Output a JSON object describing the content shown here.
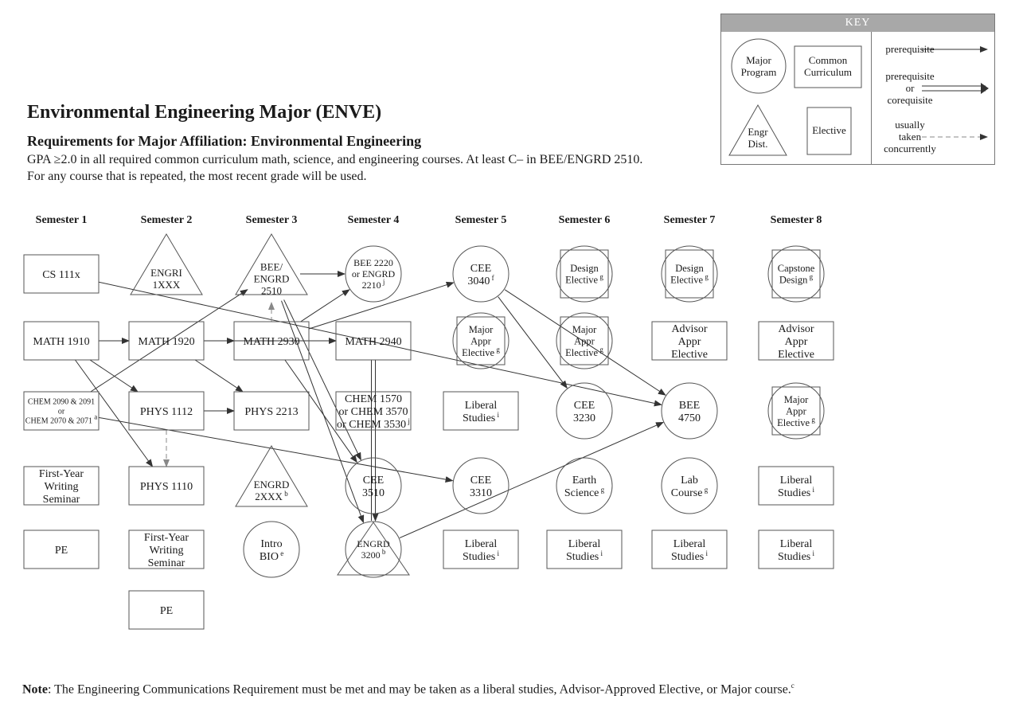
{
  "header": {
    "title": "Environmental Engineering Major (ENVE)",
    "subtitle": "Requirements for Major Affiliation:  Environmental Engineering",
    "line1": "GPA ≥2.0 in all required common curriculum math, science, and engineering courses. At least C– in BEE/ENGRD 2510.",
    "line2": "For any course that is repeated, the most recent grade will be used."
  },
  "key": {
    "title": "KEY",
    "major": "Major|Program",
    "common": "Common|Curriculum",
    "engr": "Engr|Dist.",
    "elective": "Elective",
    "prereq": "prerequisite",
    "prereq_coreq": "prerequisite|or|corequisite",
    "concurrent": "usually|taken|concurrently"
  },
  "semesters": [
    "Semester 1",
    "Semester 2",
    "Semester 3",
    "Semester 4",
    "Semester 5",
    "Semester 6",
    "Semester 7",
    "Semester 8"
  ],
  "courses": [
    {
      "id": "cs111x",
      "text": "CS 111x",
      "shape": "rect",
      "col": 0,
      "row": 0
    },
    {
      "id": "math1910",
      "text": "MATH 1910",
      "shape": "rect",
      "col": 0,
      "row": 1
    },
    {
      "id": "chem2090",
      "text": "CHEM 2090 & 2091|or|CHEM 2070 & 2071",
      "sup": "a",
      "shape": "rect",
      "col": 0,
      "row": 2
    },
    {
      "id": "fws1",
      "text": "First-Year|Writing|Seminar",
      "shape": "rect",
      "col": 0,
      "row": 3
    },
    {
      "id": "pe1",
      "text": "PE",
      "shape": "rect",
      "col": 0,
      "row": 4
    },
    {
      "id": "engri",
      "text": "ENGRI|1XXX",
      "shape": "triangle",
      "col": 1,
      "row": 0
    },
    {
      "id": "math1920",
      "text": "MATH 1920",
      "shape": "rect",
      "col": 1,
      "row": 1
    },
    {
      "id": "phys1112",
      "text": "PHYS 1112",
      "shape": "rect",
      "col": 1,
      "row": 2
    },
    {
      "id": "phys1110",
      "text": "PHYS 1110",
      "shape": "rect",
      "col": 1,
      "row": 3
    },
    {
      "id": "fws2",
      "text": "First-Year|Writing|Seminar",
      "shape": "rect",
      "col": 1,
      "row": 4
    },
    {
      "id": "pe2",
      "text": "PE",
      "shape": "rect",
      "col": 1,
      "row": 5
    },
    {
      "id": "bee2510",
      "text": "BEE/|ENGRD|2510",
      "shape": "triangle",
      "col": 2,
      "row": 0
    },
    {
      "id": "math2930",
      "text": "MATH 2930",
      "shape": "rect",
      "col": 2,
      "row": 1
    },
    {
      "id": "phys2213",
      "text": "PHYS 2213",
      "shape": "rect",
      "col": 2,
      "row": 2
    },
    {
      "id": "engrd2xxx",
      "text": "ENGRD|2XXX",
      "sup": "b",
      "shape": "triangle",
      "col": 2,
      "row": 3
    },
    {
      "id": "introbio",
      "text": "Intro|BIO",
      "sup": "e",
      "shape": "circle",
      "col": 2,
      "row": 4
    },
    {
      "id": "bee2220",
      "text": "BEE 2220|or ENGRD|2210",
      "sup": "j",
      "shape": "circle",
      "col": 3,
      "row": 0
    },
    {
      "id": "math2940",
      "text": "MATH 2940",
      "shape": "rect",
      "col": 3,
      "row": 1
    },
    {
      "id": "chem1570",
      "text": "CHEM 1570|or CHEM 3570|or CHEM 3530",
      "sup": "j",
      "shape": "rect",
      "col": 3,
      "row": 2
    },
    {
      "id": "cee3510",
      "text": "CEE|3510",
      "shape": "circle",
      "col": 3,
      "row": 3
    },
    {
      "id": "engrd3200",
      "text": "ENGRD|3200",
      "sup": "b",
      "shape": "circletri",
      "col": 3,
      "row": 4
    },
    {
      "id": "cee3040",
      "text": "CEE|3040",
      "sup": "f",
      "shape": "circle",
      "col": 4,
      "row": 0
    },
    {
      "id": "majappr5",
      "text": "Major|Appr|Elective",
      "sup": "g",
      "shape": "circlesq",
      "col": 4,
      "row": 1
    },
    {
      "id": "libstud5a",
      "text": "Liberal|Studies",
      "sup": "i",
      "shape": "rect",
      "col": 4,
      "row": 2
    },
    {
      "id": "cee3310",
      "text": "CEE|3310",
      "shape": "circle",
      "col": 4,
      "row": 3
    },
    {
      "id": "libstud5b",
      "text": "Liberal|Studies",
      "sup": "i",
      "shape": "rect",
      "col": 4,
      "row": 4
    },
    {
      "id": "design6",
      "text": "Design|Elective",
      "sup": "g",
      "shape": "circlesq",
      "col": 5,
      "row": 0
    },
    {
      "id": "majappr6",
      "text": "Major|Appr|Elective",
      "sup": "g",
      "shape": "circlesq",
      "col": 5,
      "row": 1
    },
    {
      "id": "cee3230",
      "text": "CEE|3230",
      "shape": "circle",
      "col": 5,
      "row": 2
    },
    {
      "id": "earthsci",
      "text": "Earth|Science",
      "sup": "g",
      "shape": "circle",
      "col": 5,
      "row": 3
    },
    {
      "id": "libstud6",
      "text": "Liberal|Studies",
      "sup": "i",
      "shape": "rect",
      "col": 5,
      "row": 4
    },
    {
      "id": "design7",
      "text": "Design|Elective",
      "sup": "g",
      "shape": "circlesq",
      "col": 6,
      "row": 0
    },
    {
      "id": "advappr7",
      "text": "Advisor|Appr|Elective",
      "shape": "rect",
      "col": 6,
      "row": 1
    },
    {
      "id": "bee4750",
      "text": "BEE|4750",
      "shape": "circle",
      "col": 6,
      "row": 2
    },
    {
      "id": "labcourse",
      "text": "Lab|Course",
      "sup": "g",
      "shape": "circle",
      "col": 6,
      "row": 3
    },
    {
      "id": "libstud7",
      "text": "Liberal|Studies",
      "sup": "i",
      "shape": "rect",
      "col": 6,
      "row": 4
    },
    {
      "id": "capstone",
      "text": "Capstone|Design",
      "sup": "g",
      "shape": "circlesq",
      "col": 7,
      "row": 0
    },
    {
      "id": "advappr8",
      "text": "Advisor|Appr|Elective",
      "shape": "rect",
      "col": 7,
      "row": 1
    },
    {
      "id": "majappr8",
      "text": "Major|Appr|Elective",
      "sup": "g",
      "shape": "circlesq",
      "col": 7,
      "row": 2
    },
    {
      "id": "libstud8a",
      "text": "Liberal|Studies",
      "sup": "i",
      "shape": "rect",
      "col": 7,
      "row": 3
    },
    {
      "id": "libstud8b",
      "text": "Liberal|Studies",
      "sup": "i",
      "shape": "rect",
      "col": 7,
      "row": 4
    }
  ],
  "edges": [
    {
      "from": "math1910",
      "to": "math1920",
      "type": "prereq"
    },
    {
      "from": "math1910",
      "to": "phys1112",
      "type": "prereq"
    },
    {
      "from": "math1910",
      "to": "phys1110",
      "type": "prereq"
    },
    {
      "from": "math1920",
      "to": "math2930",
      "type": "prereq"
    },
    {
      "from": "math1920",
      "to": "phys2213",
      "type": "prereq"
    },
    {
      "from": "math1920",
      "to": "math2940",
      "type": "prereq"
    },
    {
      "from": "phys1112",
      "to": "phys2213",
      "type": "prereq"
    },
    {
      "from": "phys1112",
      "to": "phys1110",
      "type": "concurrent"
    },
    {
      "from": "chem2090",
      "to": "bee2510",
      "type": "prereq"
    },
    {
      "from": "chem2090",
      "to": "cee3310",
      "type": "prereq"
    },
    {
      "from": "cs111x",
      "to": "bee4750",
      "type": "prereq"
    },
    {
      "from": "bee2510",
      "to": "bee2220",
      "type": "prereq"
    },
    {
      "from": "math2930",
      "to": "bee2510",
      "type": "concurrent"
    },
    {
      "from": "math2930",
      "to": "bee2220",
      "type": "prereq"
    },
    {
      "from": "math2930",
      "to": "cee3040",
      "type": "prereq"
    },
    {
      "from": "math2930",
      "to": "cee3510",
      "type": "prereq"
    },
    {
      "from": "bee2510",
      "to": "cee3510",
      "type": "prereq"
    },
    {
      "from": "bee2510",
      "to": "engrd3200",
      "type": "prereq"
    },
    {
      "from": "math2940",
      "to": "engrd3200",
      "type": "prereq_coreq"
    },
    {
      "from": "cee3040",
      "to": "cee3230",
      "type": "prereq"
    },
    {
      "from": "cee3040",
      "to": "bee4750",
      "type": "prereq"
    },
    {
      "from": "engrd3200",
      "to": "bee4750",
      "type": "prereq"
    }
  ],
  "note": {
    "label": "Note",
    "text": ": The Engineering Communications Requirement must be met and may be taken as a liberal studies, Advisor-Approved Elective, or Major course.",
    "sup": "c"
  },
  "colors": {
    "line": "#333333",
    "key_header": "#a8a8a8"
  }
}
